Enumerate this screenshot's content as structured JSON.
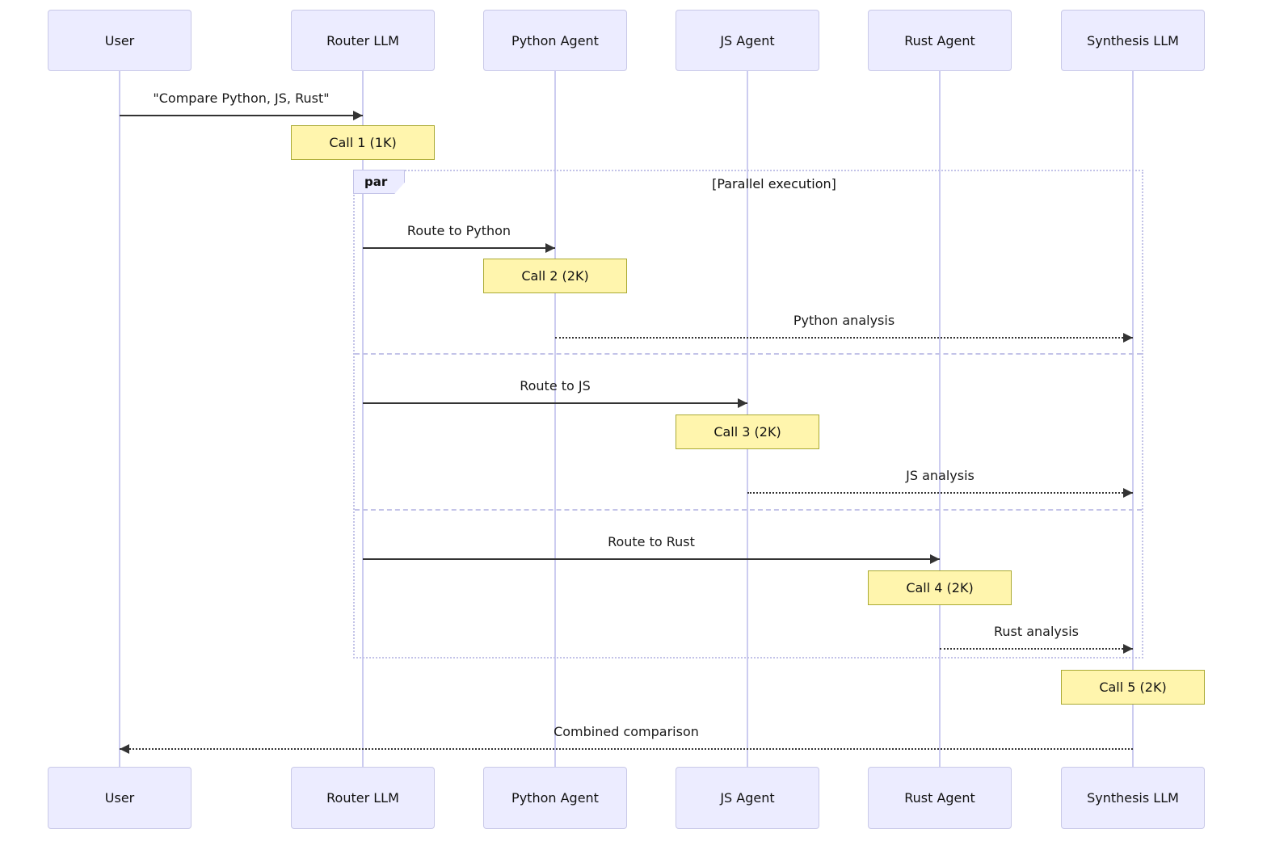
{
  "participants": [
    {
      "label": "User"
    },
    {
      "label": "Router LLM"
    },
    {
      "label": "Python Agent"
    },
    {
      "label": "JS Agent"
    },
    {
      "label": "Rust Agent"
    },
    {
      "label": "Synthesis LLM"
    }
  ],
  "messages": [
    {
      "text": "\"Compare Python, JS, Rust\"",
      "style": "solid"
    },
    {
      "text": "Route to Python",
      "style": "solid"
    },
    {
      "text": "Python analysis",
      "style": "dashed"
    },
    {
      "text": "Route to JS",
      "style": "solid"
    },
    {
      "text": "JS analysis",
      "style": "dashed"
    },
    {
      "text": "Route to Rust",
      "style": "solid"
    },
    {
      "text": "Rust analysis",
      "style": "dashed"
    },
    {
      "text": "Combined comparison",
      "style": "dashed"
    }
  ],
  "notes": [
    {
      "text": "Call 1 (1K)"
    },
    {
      "text": "Call 2 (2K)"
    },
    {
      "text": "Call 3 (2K)"
    },
    {
      "text": "Call 4 (2K)"
    },
    {
      "text": "Call 5 (2K)"
    }
  ],
  "par_block": {
    "label": "par",
    "condition": "[Parallel execution]"
  },
  "colors": {
    "actor_fill": "#ECECFF",
    "actor_border": "#c9c9e8",
    "lifeline": "#ccccf0",
    "note_fill": "#fff5ad",
    "note_border": "#aaaa33",
    "arrow": "#333333",
    "frame": "#c3c3e8"
  }
}
